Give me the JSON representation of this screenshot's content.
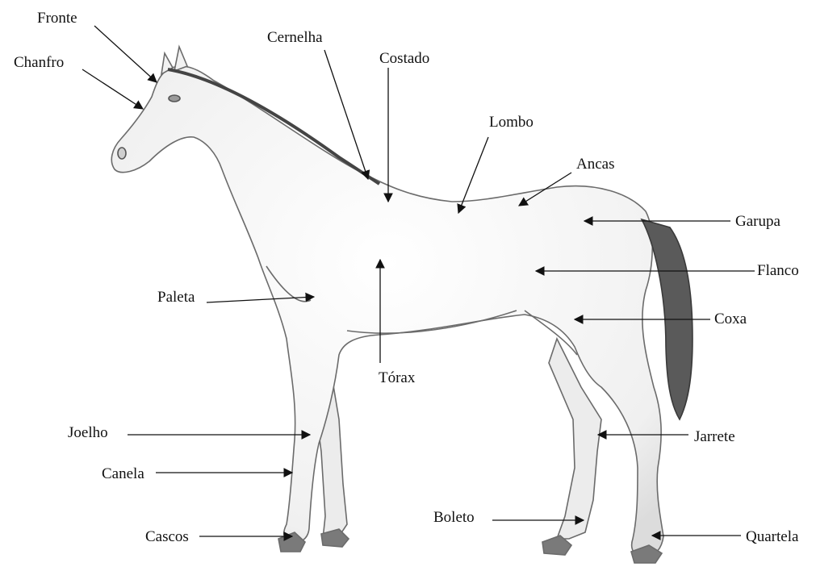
{
  "labels": {
    "fronte": "Fronte",
    "chanfro": "Chanfro",
    "cernelha": "Cernelha",
    "costado": "Costado",
    "lombo": "Lombo",
    "ancas": "Ancas",
    "garupa": "Garupa",
    "flanco": "Flanco",
    "coxa": "Coxa",
    "paleta": "Paleta",
    "torax": "Tórax",
    "joelho": "Joelho",
    "canela": "Canela",
    "cascos": "Cascos",
    "jarrete": "Jarrete",
    "boleto": "Boleto",
    "quartela": "Quartela"
  },
  "colors": {
    "ink": "#111111",
    "sketch": "#6b6b6b",
    "shade": "#e6e6e6",
    "hoof": "#7a7a7a",
    "tail": "#4a4a4a"
  }
}
